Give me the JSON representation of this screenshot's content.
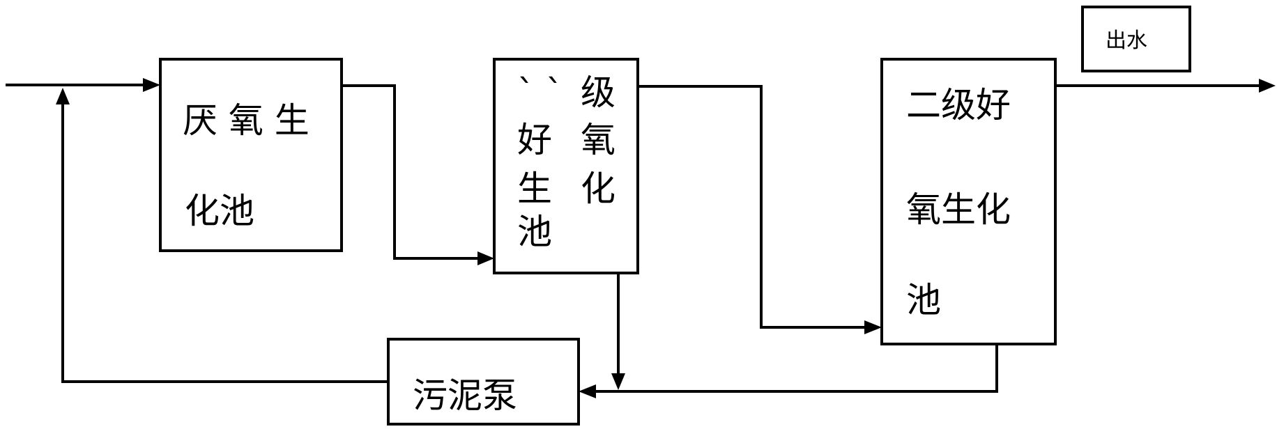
{
  "diagram": {
    "nodes": {
      "anaerobic_tank": {
        "lines": [
          "厌 氧 生",
          "化池"
        ]
      },
      "primary_aerobic_tank": {
        "lines": [
          "` `",
          "好",
          "生",
          "池",
          "级",
          "氧",
          "化"
        ]
      },
      "secondary_aerobic_tank": {
        "lines": [
          "二级好",
          "氧生化",
          "池"
        ]
      },
      "sludge_pump": {
        "lines": [
          "污泥泵"
        ]
      },
      "effluent": {
        "lines": [
          "出水"
        ]
      }
    }
  }
}
